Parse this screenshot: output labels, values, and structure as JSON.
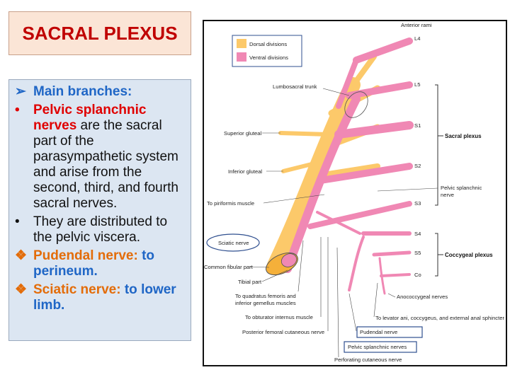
{
  "slide": {
    "title": "SACRAL PLEXUS",
    "bullets": {
      "main_marker": "➢",
      "main_heading": "Main branches:",
      "item1_marker": "•",
      "item1_red": "Pelvic splanchnic nerves",
      "item1_rest": " are the sacral part of the parasympathetic system and arise from the second, third, and fourth sacral nerves.",
      "item2_marker": "•",
      "item2_text": "They are distributed to the pelvic viscera.",
      "item3_marker": "❖",
      "item3_orange": "Pudendal nerve:",
      "item3_blue": " to perineum.",
      "item4_marker": "❖",
      "item4_orange": "Sciatic nerve:",
      "item4_blue": " to lower limb."
    }
  },
  "figure": {
    "legend": {
      "dorsal": "Dorsal divisions",
      "ventral": "Ventral divisions"
    },
    "colors": {
      "dorsal": "#fcc96a",
      "ventral": "#f088b4",
      "box_border": "#2f4f8f"
    },
    "top_label": "Anterior rami",
    "roots": [
      "L4",
      "L5",
      "S1",
      "S2",
      "S3",
      "S4",
      "S5",
      "Co"
    ],
    "labels": {
      "lumbosacral_trunk": "Lumbosacral trunk",
      "superior_gluteal": "Superior gluteal",
      "inferior_gluteal": "Inferior gluteal",
      "to_piriformis": "To piriformis muscle",
      "sciatic_nerve": "Sciatic nerve",
      "common_fibular": "Common fibular part",
      "tibial_part": "Tibial part",
      "to_quadratus_1": "To quadratus femoris and",
      "to_quadratus_2": "inferior gemellus muscles",
      "to_obturator": "To obturator internus muscle",
      "posterior_femoral": "Posterior femoral cutaneous nerve",
      "pudendal_nerve": "Pudendal nerve",
      "pelvic_splanchnic_nerves": "Pelvic splanchnic nerves",
      "perforating_cutaneous": "Perforating cutaneous nerve",
      "to_levator": "To levator ani, coccygeus, and external anal sphincter",
      "anococcygeal": "Anococcygeal nerves",
      "pelvic_splanchnic_1": "Pelvic splanchnic",
      "pelvic_splanchnic_2": "nerve",
      "sacral_plexus": "Sacral plexus",
      "coccygeal_plexus": "Coccygeal plexus"
    }
  }
}
